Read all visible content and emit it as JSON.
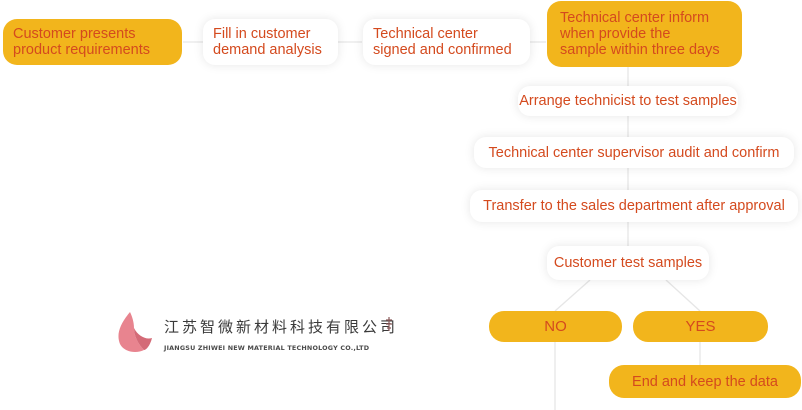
{
  "flow": {
    "step1": [
      "Customer presents",
      "product requirements"
    ],
    "step2": [
      "Fill in customer",
      "demand analysis"
    ],
    "step3": [
      "Technical center",
      "signed and confirmed"
    ],
    "step4": [
      "Technical center inform",
      "when provide the",
      "sample within three days"
    ],
    "step5": "Arrange technicist to test samples",
    "step6": "Technical center supervisor audit and confirm",
    "step7": "Transfer to the sales department after approval",
    "step8": "Customer test samples",
    "no": "NO",
    "yes": "YES",
    "end": "End and keep the data"
  },
  "logo": {
    "name_cn": "江苏智微新材料科技有限公司",
    "name_en": "JIANGSU ZHIWEI NEW MATERIAL TECHNOLOGY CO.,LTD"
  },
  "colors": {
    "yellow": "#f2b51c",
    "text": "#d44a1e",
    "logo_pink": "#e8848f"
  }
}
